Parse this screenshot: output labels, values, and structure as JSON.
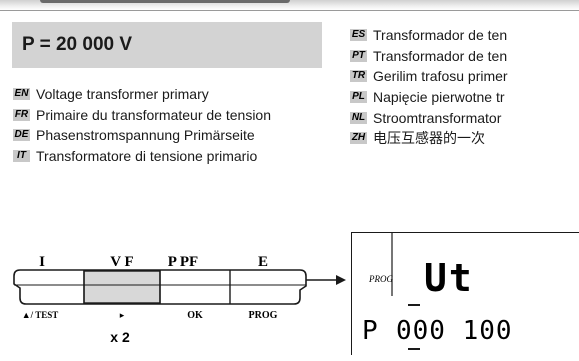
{
  "value_box": {
    "text": "P = 20 000 V"
  },
  "languages_left": [
    {
      "code": "EN",
      "text": "Voltage transformer primary"
    },
    {
      "code": "FR",
      "text": "Primaire du transformateur de tension"
    },
    {
      "code": "DE",
      "text": "Phasenstromspannung Primärseite"
    },
    {
      "code": "IT",
      "text": "Transformatore di tensione primario"
    }
  ],
  "languages_right": [
    {
      "code": "ES",
      "text": "Transformador de ten"
    },
    {
      "code": "PT",
      "text": "Transformador de ten"
    },
    {
      "code": "TR",
      "text": "Gerilim trafosu primer"
    },
    {
      "code": "PL",
      "text": "Napięcie pierwotne tr"
    },
    {
      "code": "NL",
      "text": "Stroomtransformator"
    },
    {
      "code": "ZH",
      "text": "电压互感器的一次"
    }
  ],
  "keypad": {
    "top_labels": [
      "I",
      "V F",
      "P PF",
      "E"
    ],
    "bottom_labels": [
      "▲/ TEST",
      "▸",
      "OK",
      "PROG"
    ],
    "press_count": "x 2",
    "active_color": "#d8d8d8"
  },
  "lcd": {
    "mode_label": "PROG",
    "code_text": "Ut",
    "value_prefix": "P",
    "value_digits": "000 100"
  }
}
